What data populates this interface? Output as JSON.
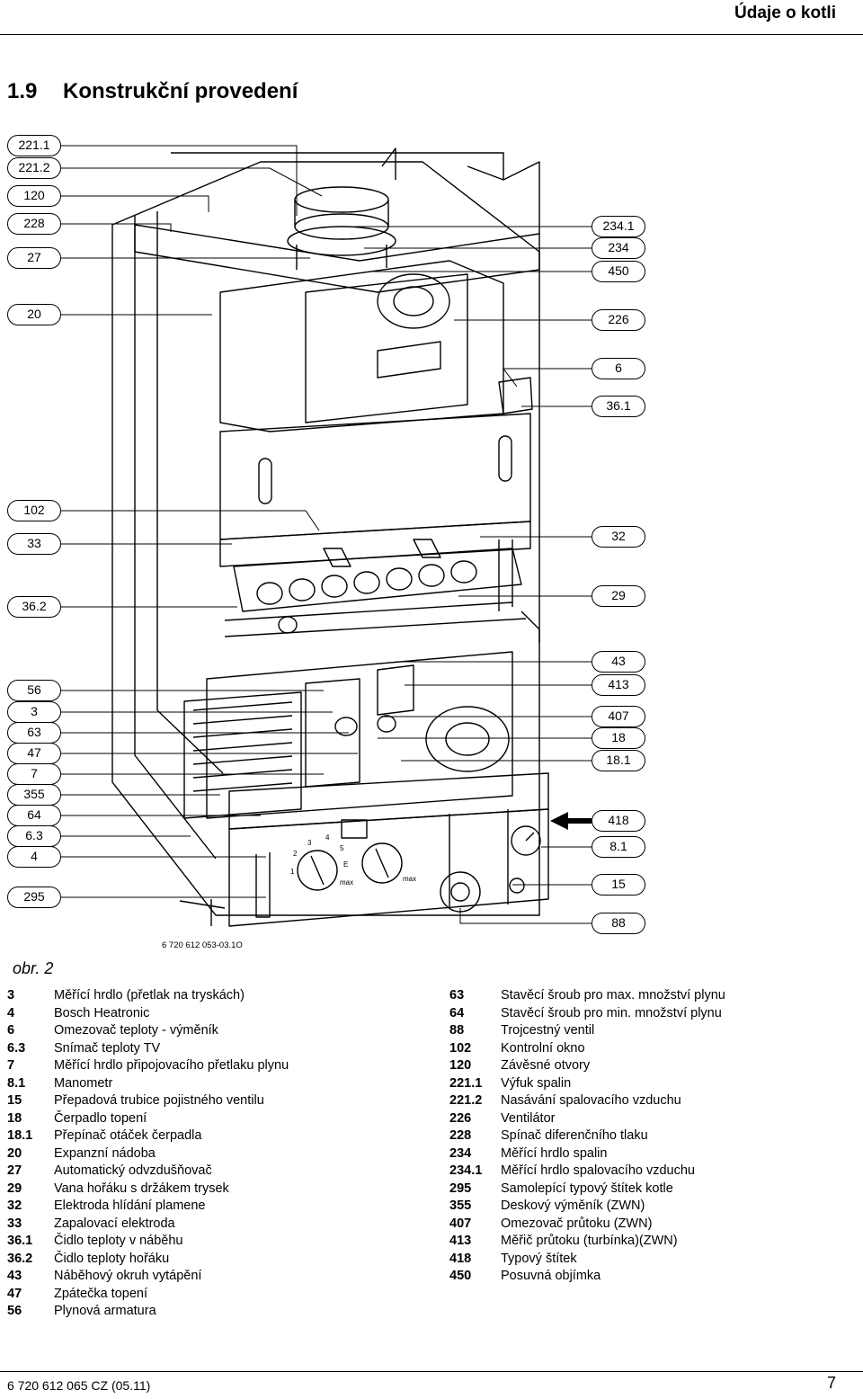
{
  "header": {
    "title": "Údaje o kotli"
  },
  "section": {
    "number": "1.9",
    "title": "Konstrukční provedení"
  },
  "figure": {
    "callouts_left": [
      "221.1",
      "221.2",
      "120",
      "228",
      "27",
      "20",
      "102",
      "33",
      "36.2",
      "56",
      "3",
      "63",
      "47",
      "7",
      "355",
      "64",
      "6.3",
      "4",
      "295"
    ],
    "callouts_right": [
      "234.1",
      "234",
      "450",
      "226",
      "6",
      "36.1",
      "32",
      "29",
      "43",
      "413",
      "407",
      "18",
      "18.1",
      "418",
      "8.1",
      "15",
      "88"
    ],
    "code": "6 720 612 053-03.1O",
    "label": "obr. 2",
    "dial_marks": [
      "1",
      "2",
      "3",
      "4",
      "5",
      "E",
      "max",
      "max"
    ]
  },
  "legend": {
    "col1": [
      {
        "n": "3",
        "t": "Měřící hrdlo (přetlak na tryskách)"
      },
      {
        "n": "4",
        "t": "Bosch Heatronic"
      },
      {
        "n": "6",
        "t": "Omezovač teploty - výměník"
      },
      {
        "n": "6.3",
        "t": "Snímač teploty TV"
      },
      {
        "n": "7",
        "t": "Měřící hrdlo připojovacího přetlaku plynu"
      },
      {
        "n": "8.1",
        "t": "Manometr"
      },
      {
        "n": "15",
        "t": "Přepadová trubice pojistného ventilu"
      },
      {
        "n": "18",
        "t": "Čerpadlo topení"
      },
      {
        "n": "18.1",
        "t": "Přepínač otáček čerpadla"
      },
      {
        "n": "20",
        "t": "Expanzní nádoba"
      },
      {
        "n": "27",
        "t": "Automatický odvzdušňovač"
      },
      {
        "n": "29",
        "t": "Vana hořáku s držákem trysek"
      },
      {
        "n": "32",
        "t": "Elektroda hlídání plamene"
      },
      {
        "n": "33",
        "t": "Zapalovací elektroda"
      },
      {
        "n": "36.1",
        "t": "Čidlo teploty v náběhu"
      },
      {
        "n": "36.2",
        "t": "Čidlo teploty hořáku"
      },
      {
        "n": "43",
        "t": "Náběhový okruh vytápění"
      },
      {
        "n": "47",
        "t": "Zpátečka topení"
      },
      {
        "n": "56",
        "t": "Plynová armatura"
      }
    ],
    "col2": [
      {
        "n": "63",
        "t": "Stavěcí šroub pro max. množství plynu"
      },
      {
        "n": "64",
        "t": "Stavěcí šroub pro min. množství plynu"
      },
      {
        "n": "88",
        "t": "Trojcestný ventil"
      },
      {
        "n": "102",
        "t": "Kontrolní okno"
      },
      {
        "n": "120",
        "t": "Závěsné otvory"
      },
      {
        "n": "221.1",
        "t": "Výfuk spalin"
      },
      {
        "n": "221.2",
        "t": "Nasávání spalovacího vzduchu"
      },
      {
        "n": "226",
        "t": "Ventilátor"
      },
      {
        "n": "228",
        "t": "Spínač diferenčního tlaku"
      },
      {
        "n": "234",
        "t": "Měřící hrdlo spalin"
      },
      {
        "n": "234.1",
        "t": "Měřící hrdlo spalovacího vzduchu"
      },
      {
        "n": "295",
        "t": "Samolepící typový štítek kotle"
      },
      {
        "n": "355",
        "t": "Deskový výměník (ZWN)"
      },
      {
        "n": "407",
        "t": "Omezovač průtoku (ZWN)"
      },
      {
        "n": "413",
        "t": "Měřič průtoku (turbínka)(ZWN)"
      },
      {
        "n": "418",
        "t": "Typový štítek"
      },
      {
        "n": "450",
        "t": "Posuvná objímka"
      }
    ]
  },
  "footer": {
    "code": "6 720 612 065 CZ (05.11)",
    "page": "7"
  }
}
